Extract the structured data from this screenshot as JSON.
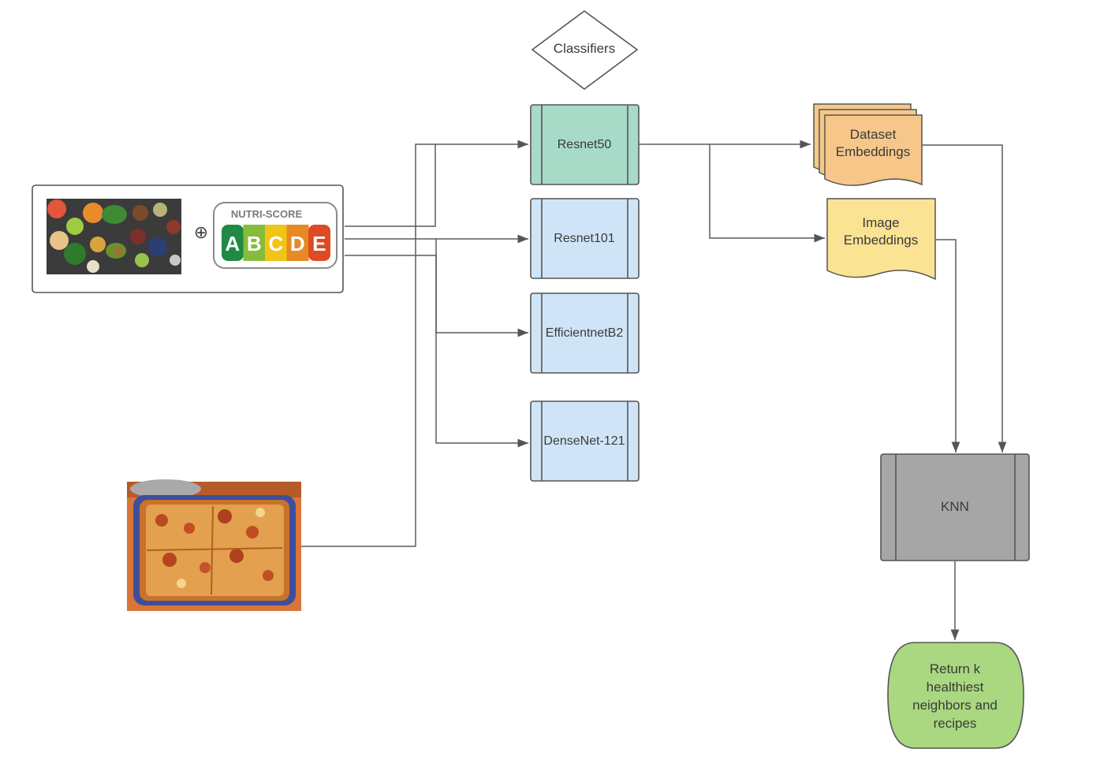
{
  "diagram": {
    "classifiers_label": "Classifiers",
    "models": [
      {
        "id": "resnet50",
        "label": "Resnet50",
        "color": "#a8dac8"
      },
      {
        "id": "resnet101",
        "label": "Resnet101",
        "color": "#cfe5f7"
      },
      {
        "id": "efficientnetb2",
        "label": "EfficientnetB2",
        "color": "#cfe5f7"
      },
      {
        "id": "densenet121",
        "label": "DenseNet-121",
        "color": "#cfe5f7"
      }
    ],
    "dataset_embeddings": {
      "line1": "Dataset",
      "line2": "Embeddings",
      "color": "#f6c789"
    },
    "image_embeddings": {
      "line1": "Image",
      "line2": "Embeddings",
      "color": "#fae493"
    },
    "knn": {
      "label": "KNN",
      "color": "#a6a6a6"
    },
    "result": {
      "lines": [
        "Return k",
        "healthiest",
        "neighbors and",
        "recipes"
      ],
      "color": "#a9d880"
    },
    "input": {
      "plus_symbol": "⊕",
      "nutri_score": {
        "title": "NUTRI-SCORE",
        "grades": [
          {
            "letter": "A",
            "color": "#1f8a44"
          },
          {
            "letter": "B",
            "color": "#86bc3b"
          },
          {
            "letter": "C",
            "color": "#f2c416"
          },
          {
            "letter": "D",
            "color": "#e78a26"
          },
          {
            "letter": "E",
            "color": "#dd4a24"
          }
        ]
      }
    },
    "colors": {
      "line": "#555555",
      "border": "#5a5a5a"
    }
  }
}
